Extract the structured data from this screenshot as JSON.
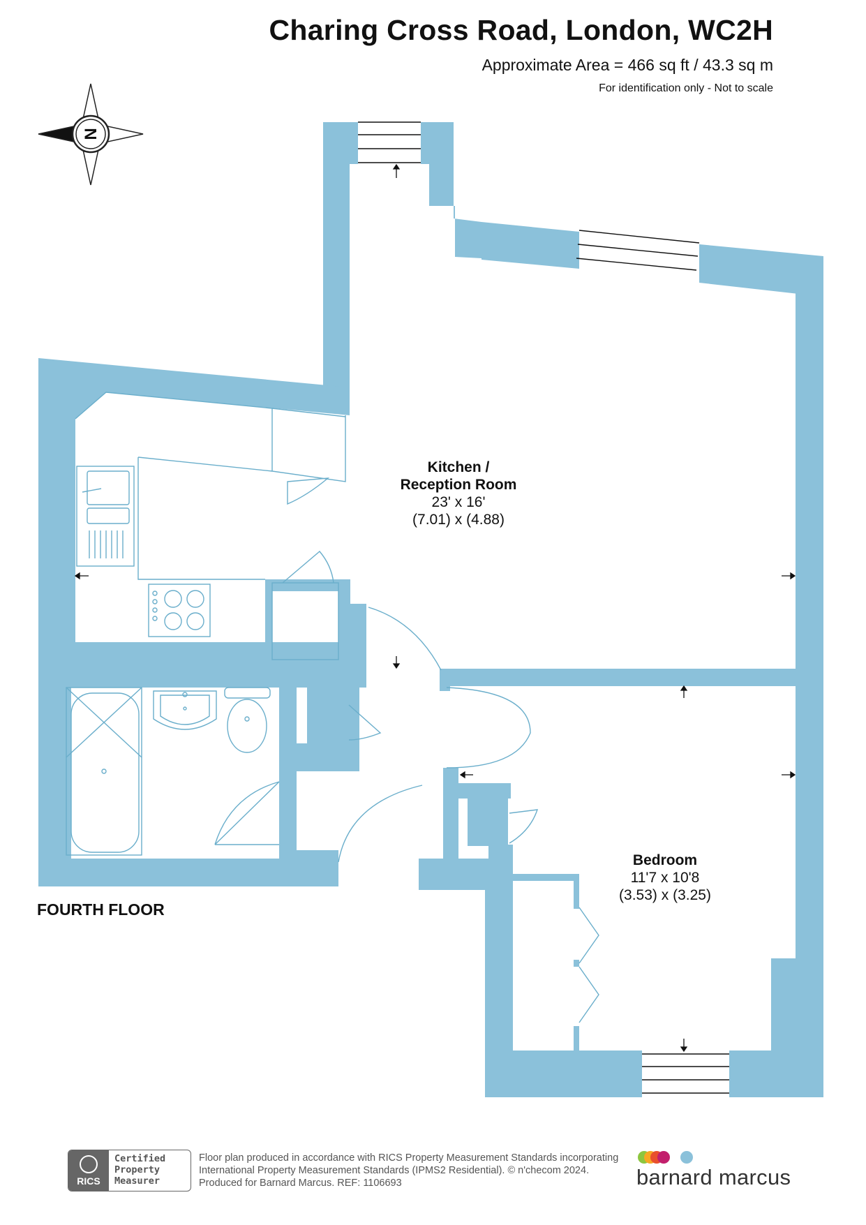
{
  "header": {
    "title": "Charing Cross Road, London, WC2H",
    "area": "Approximate Area = 466 sq ft / 43.3 sq m",
    "note": "For identification only - Not to scale"
  },
  "compass": {
    "label": "N"
  },
  "rooms": [
    {
      "name_line1": "Kitchen /",
      "name_line2": "Reception Room",
      "imperial": "23' x 16'",
      "metric": "(7.01) x (4.88)"
    },
    {
      "name_line1": "Bedroom",
      "imperial": "11'7 x 10'8",
      "metric": "(3.53) x (3.25)"
    }
  ],
  "floor_label": "FOURTH FLOOR",
  "footer": {
    "line1": "Floor plan produced in accordance with RICS Property Measurement Standards incorporating",
    "line2": "International Property Measurement Standards (IPMS2 Residential).   © n'checom 2024.",
    "line3": "Produced for Barnard Marcus.    REF:  1106693"
  },
  "rics": {
    "badge": "RICS",
    "line1": "Certified",
    "line2": "Property",
    "line3": "Measurer"
  },
  "brand": {
    "name": "barnard marcus"
  },
  "colors": {
    "wall": "#8bc1da",
    "fixture_line": "#6aaecb",
    "text": "#111111"
  }
}
